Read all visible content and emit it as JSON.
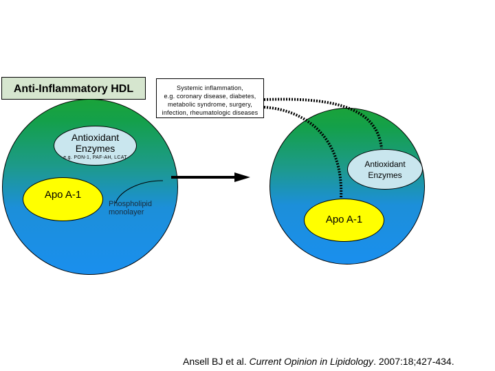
{
  "hdl_title": "Anti-Inflammatory HDL",
  "inflammation": {
    "line1": "Systemic inflammation,",
    "line2": "e.g. coronary disease, diabetes,",
    "line3": "metabolic syndrome, surgery,",
    "line4": "infection, rheumatologic diseases"
  },
  "left_particle": {
    "enzymes_label_1": "Antioxidant",
    "enzymes_label_2": "Enzymes",
    "enzymes_examples": "e.g. PON-1, PAF-AH, LCAT",
    "apo_label": "Apo A-1",
    "phospholipid_1": "Phospholipid",
    "phospholipid_2": "monolayer"
  },
  "right_particle": {
    "enzymes_label_1": "Antioxidant",
    "enzymes_label_2": "Enzymes",
    "apo_label": "Apo A-1"
  },
  "citation": {
    "authors": "Ansell BJ et al. ",
    "journal": "Current Opinion in Lipidology",
    "details": ". 2007:18;427-434."
  },
  "colors": {
    "particle_top": "#1aa33a",
    "particle_bottom": "#1a8fee",
    "apo": "#ffff00",
    "enzymes": "#c9e6ee",
    "title_box": "#d6e6cf"
  }
}
